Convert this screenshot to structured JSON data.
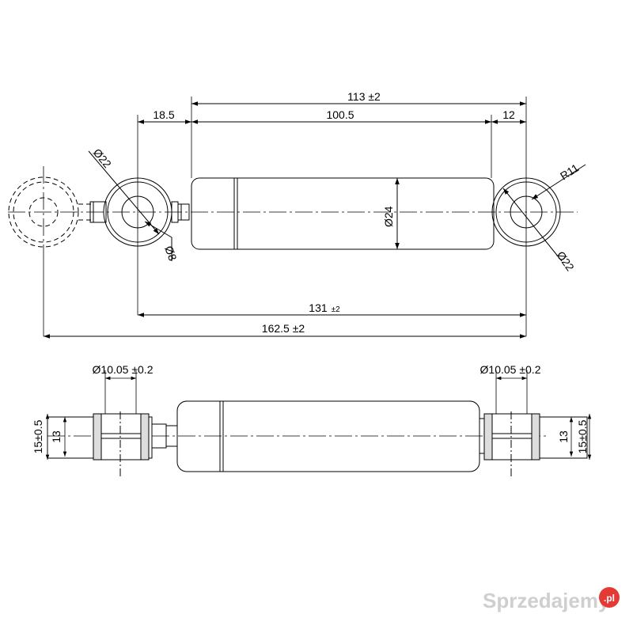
{
  "top_view": {
    "dims": {
      "overall_body": "113 ±2",
      "left_offset": "18.5",
      "body_length": "100.5",
      "right_offset": "12",
      "eye_dia_left": "Ø22",
      "eye_radius": "R11",
      "body_dia": "Ø24",
      "pin_dia": "Ø8",
      "eye_dia_right": "Ø22",
      "center_length": "131",
      "center_tol": "±2",
      "total_length": "162.5 ±2"
    }
  },
  "side_view": {
    "dims": {
      "bore_left": "Ø10.05 ±0.2",
      "bore_right": "Ø10.05 ±0.2",
      "width_outer_left": "15±0.5",
      "width_inner_left": "13",
      "width_inner_right": "13",
      "width_outer_right": "15±0.5"
    }
  },
  "watermark": {
    "text": "Sprzedajemy",
    "badge": ".pl"
  },
  "colors": {
    "line": "#000000",
    "watermark": "#cfcfcf",
    "badge": "#e53935"
  }
}
